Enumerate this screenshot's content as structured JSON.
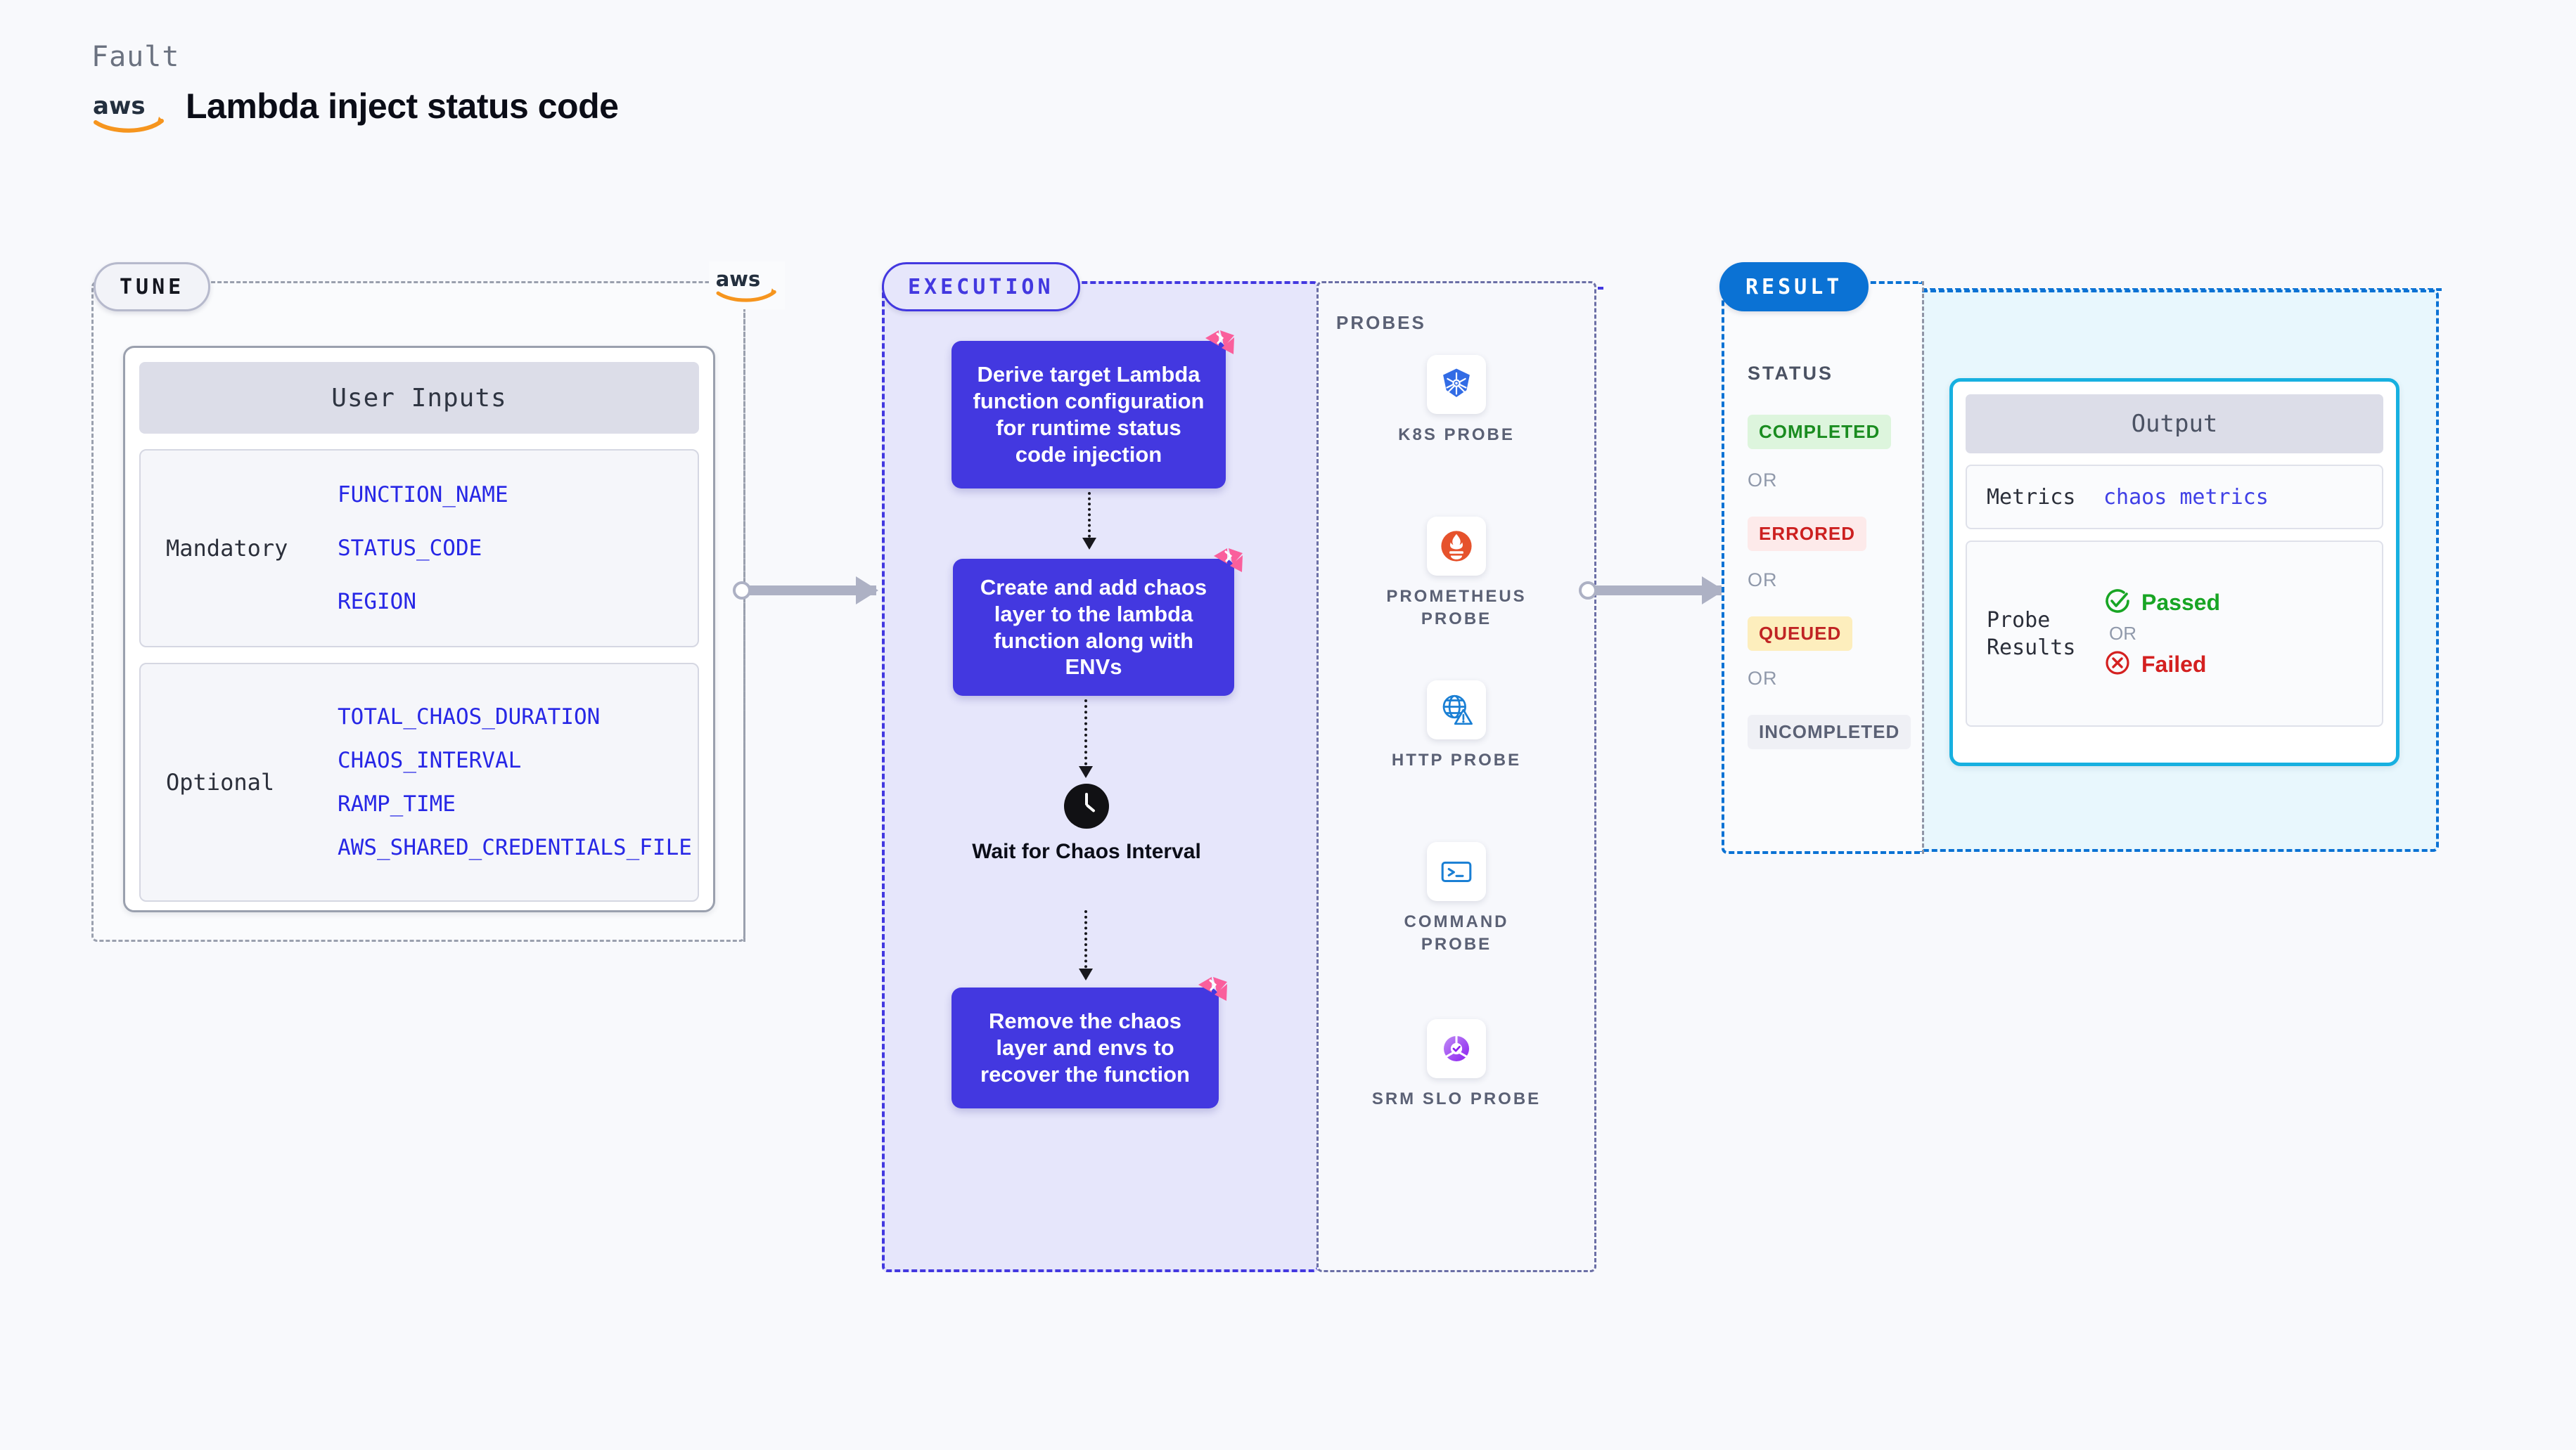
{
  "header": {
    "fault_label": "Fault",
    "title": "Lambda inject status code",
    "logo": "aws-logo"
  },
  "tune": {
    "pill_label": "TUNE",
    "card_title": "User Inputs",
    "groups": [
      {
        "role": "Mandatory",
        "params": [
          "FUNCTION_NAME",
          "STATUS_CODE",
          "REGION"
        ]
      },
      {
        "role": "Optional",
        "params": [
          "TOTAL_CHAOS_DURATION",
          "CHAOS_INTERVAL",
          "RAMP_TIME",
          "AWS_SHARED_CREDENTIALS_FILE"
        ]
      }
    ]
  },
  "execution": {
    "pill_label": "EXECUTION",
    "steps": [
      {
        "text": "Derive target Lambda function configuration for runtime status code injection",
        "mark": "chaos-ribbon-icon"
      },
      {
        "text": "Create and add chaos layer to the lambda function along with ENVs",
        "mark": "chaos-ribbon-icon"
      }
    ],
    "wait_node": {
      "icon": "clock-icon",
      "label": "Wait for Chaos Interval"
    },
    "final_step": {
      "text": "Remove the chaos layer and envs to recover the function",
      "mark": "chaos-ribbon-icon"
    }
  },
  "probes": {
    "title": "PROBES",
    "items": [
      {
        "label": "K8S PROBE",
        "icon": "kubernetes-icon"
      },
      {
        "label": "PROMETHEUS PROBE",
        "icon": "prometheus-icon"
      },
      {
        "label": "HTTP PROBE",
        "icon": "http-globe-warning-icon"
      },
      {
        "label": "COMMAND PROBE",
        "icon": "terminal-icon"
      },
      {
        "label": "SRM SLO PROBE",
        "icon": "srm-slo-icon"
      }
    ]
  },
  "result": {
    "pill_label": "RESULT",
    "status_title": "STATUS",
    "or_label": "OR",
    "statuses": [
      {
        "label": "COMPLETED",
        "bg": "#ddf5dd",
        "fg": "#1a8c20"
      },
      {
        "label": "ERRORED",
        "bg": "#fdeaea",
        "fg": "#cc2020"
      },
      {
        "label": "QUEUED",
        "bg": "#fdeebd",
        "fg": "#c02424"
      },
      {
        "label": "INCOMPLETED",
        "bg": "#eff0f5",
        "fg": "#5b6175"
      }
    ],
    "output": {
      "title": "Output",
      "metrics_label": "Metrics",
      "metrics_value": "chaos metrics",
      "probe_results_label": "Probe Results",
      "passed_label": "Passed",
      "failed_label": "Failed",
      "or_label": "OR"
    }
  },
  "colors": {
    "execution_accent": "#4338e0",
    "result_accent": "#0b72d4",
    "output_border": "#17b0e0",
    "chaos_pink": "#fa5f9c",
    "param_blue": "#2727e6",
    "aws_orange": "#f6951e"
  }
}
